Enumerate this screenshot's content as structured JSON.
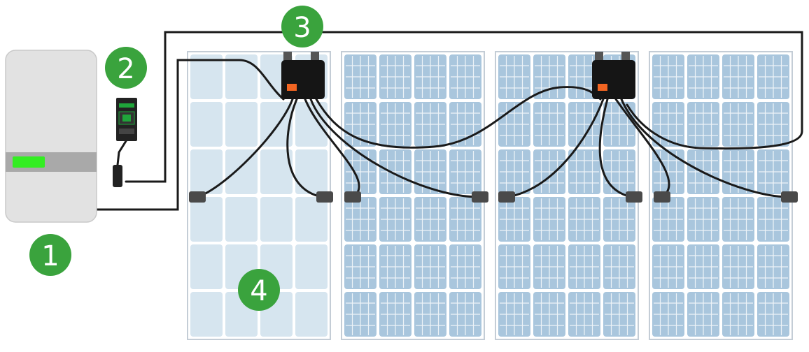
{
  "badges": [
    {
      "id": "badge-1",
      "label": "1"
    },
    {
      "id": "badge-2",
      "label": "2"
    },
    {
      "id": "badge-3",
      "label": "3"
    },
    {
      "id": "badge-4",
      "label": "4"
    }
  ],
  "colors": {
    "badge_green": "#3aa33d",
    "inverter_body": "#e2e2e2",
    "inverter_band": "#a9a9a9",
    "inverter_led": "#33ee22",
    "panel_frame": "#c4cdd6",
    "panel_cell_light": "#d6e5ef",
    "panel_cell": "#a9c6dd",
    "panel_grid_line": "#eef4f8",
    "cable": "#1a1a1a",
    "optimizer_body": "#151515",
    "optimizer_terminal": "#f26522",
    "connector": "#4a4a4a",
    "gateway_body": "#222222",
    "gateway_accent": "#1fa53a"
  },
  "components": {
    "inverter": "inverter",
    "gateway": "communication-gateway",
    "optimizers": [
      "optimizer-left",
      "optimizer-right"
    ],
    "panels": [
      "panel-1",
      "panel-2",
      "panel-3",
      "panel-4"
    ]
  }
}
